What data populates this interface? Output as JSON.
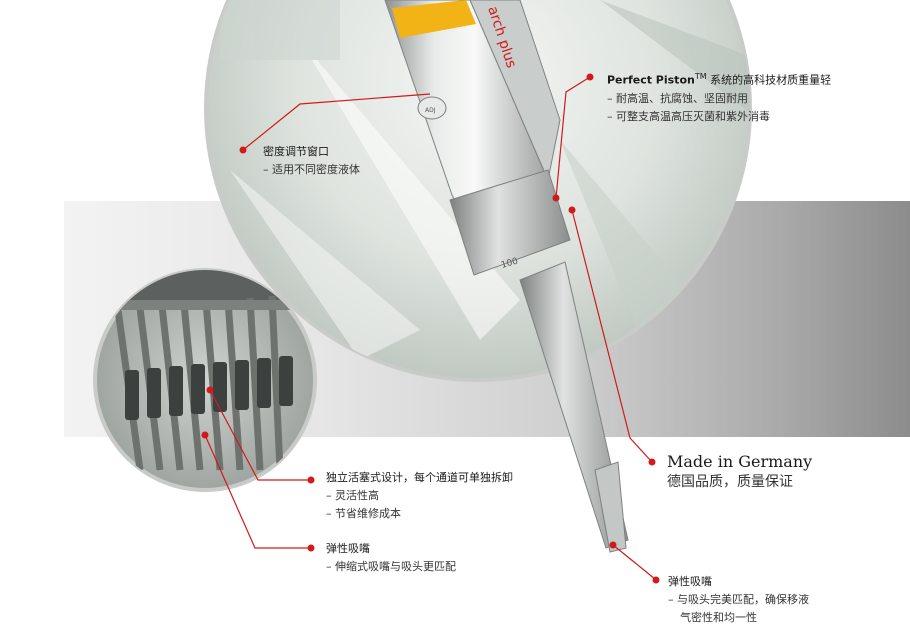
{
  "callouts": {
    "density_window": {
      "title": "密度调节窗口",
      "items": [
        "适用不同密度液体"
      ]
    },
    "perfect_piston": {
      "title_prefix": "Perfect Piston",
      "title_tm": "TM",
      "title_suffix": " 系统的高科技材质重量轻",
      "items": [
        "耐高温、抗腐蚀、坚固耐用",
        "可整支高温高压灭菌和紫外消毒"
      ]
    },
    "independent_piston": {
      "title": "独立活塞式设计，每个通道可单独拆卸",
      "items": [
        "灵活性高",
        "节省维修成本"
      ]
    },
    "spring_tip_left": {
      "title": "弹性吸嘴",
      "items": [
        "伸缩式吸嘴与吸头更匹配"
      ]
    },
    "made_in_germany": {
      "en": "Made in Germany",
      "cn": "德国品质，质量保证"
    },
    "spring_tip_right": {
      "title": "弹性吸嘴",
      "items": [
        "与吸头完美匹配，确保移液",
        "气密性和均一性"
      ]
    }
  },
  "pipette": {
    "brand_text": "arch plus",
    "adj_label": "ADJ",
    "volume_mark": "100"
  },
  "colors": {
    "accent_red": "#d11a1a",
    "label_yellow": "#f2b317"
  }
}
